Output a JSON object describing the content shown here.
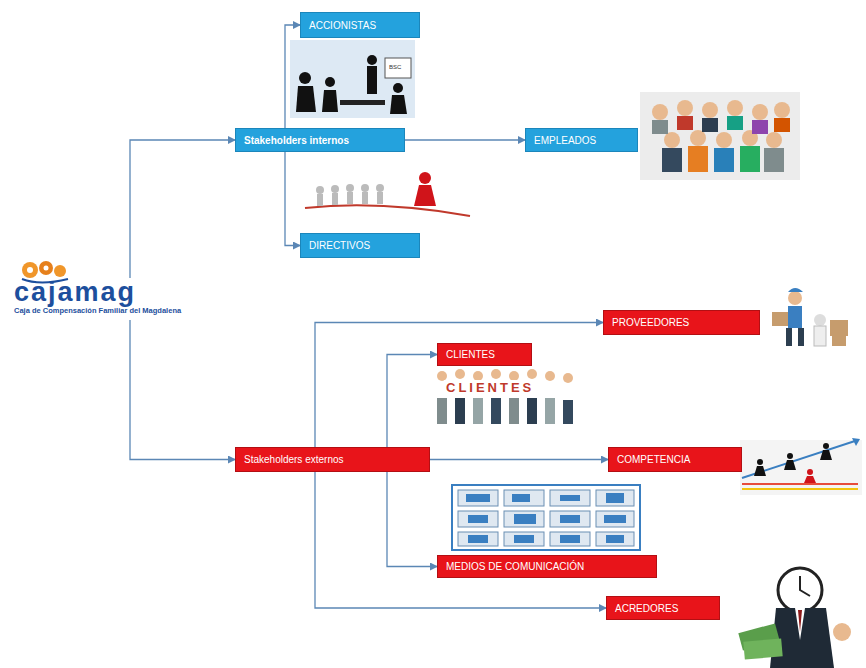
{
  "diagram": {
    "nodes": [
      {
        "text": [
          "cajamag",
          "Caja de Compensación Familiar del Magdalena"
        ]
      },
      {
        "text": [
          "Stakeholders internos"
        ]
      },
      {
        "text": [
          "ACCIONISTAS"
        ]
      },
      {
        "text": [
          "EMPLEADOS"
        ]
      },
      {
        "text": [
          "DIRECTIVOS"
        ]
      },
      {
        "text": [
          "Stakeholders externos"
        ]
      },
      {
        "text": [
          "PROVEEDORES"
        ]
      },
      {
        "text": [
          "CLIENTES"
        ]
      },
      {
        "text": [
          "COMPETENCIA"
        ]
      },
      {
        "text": [
          "MEDIOS DE COMUNICACIÓN"
        ]
      },
      {
        "text": [
          "ACREDORES"
        ]
      }
    ],
    "edges": [
      {
        "from": 0,
        "to": 1,
        "arrow": "to"
      },
      {
        "from": 0,
        "to": 5,
        "arrow": "to"
      },
      {
        "from": 1,
        "to": 2,
        "arrow": "to"
      },
      {
        "from": 1,
        "to": 3,
        "arrow": "to"
      },
      {
        "from": 1,
        "to": 4,
        "arrow": "to"
      },
      {
        "from": 5,
        "to": 6,
        "arrow": "to"
      },
      {
        "from": 5,
        "to": 7,
        "arrow": "to"
      },
      {
        "from": 5,
        "to": 8,
        "arrow": "to"
      },
      {
        "from": 5,
        "to": 9,
        "arrow": "to"
      },
      {
        "from": 5,
        "to": 10,
        "arrow": "to"
      }
    ],
    "labels": [
      "BSC",
      "CLIENTES"
    ]
  }
}
